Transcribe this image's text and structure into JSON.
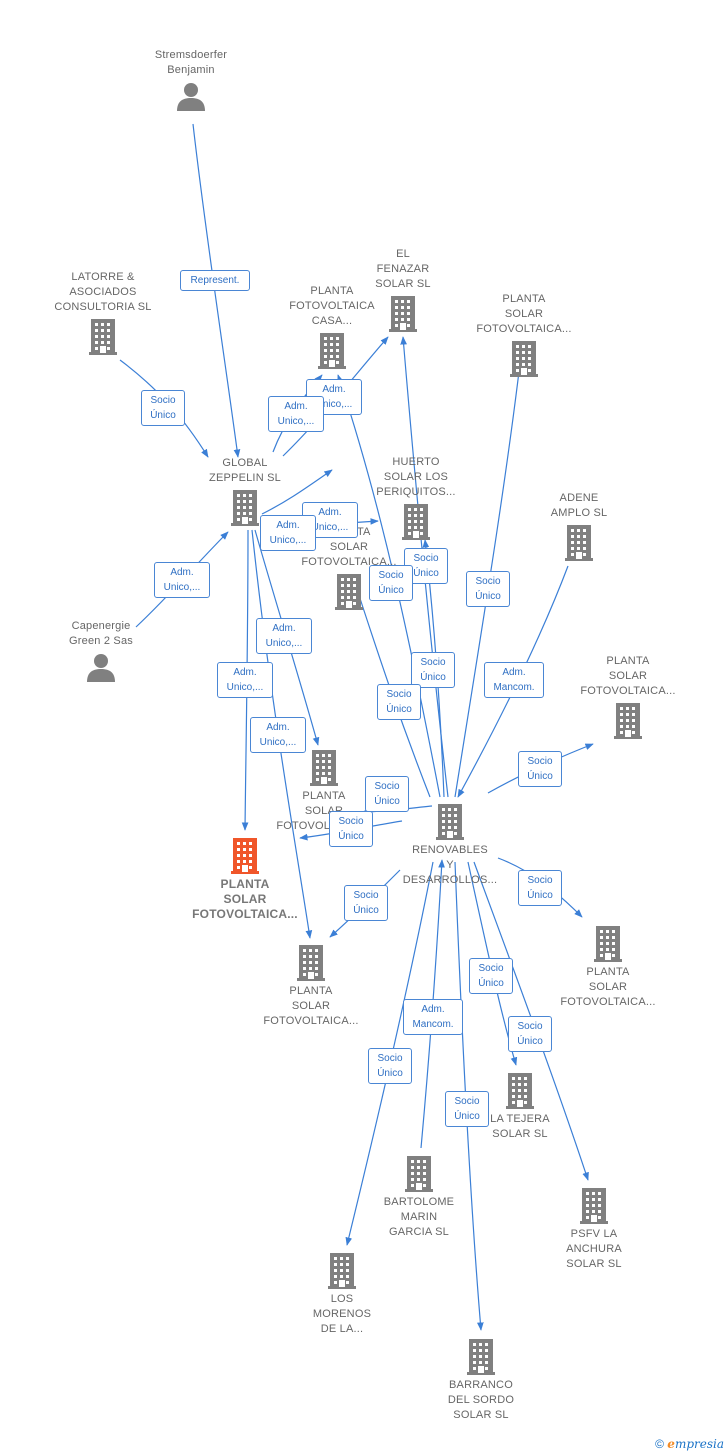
{
  "nodes": [
    {
      "id": "stremsdoerfer",
      "type": "person",
      "label": "Stremsdoerfer\nBenjamin"
    },
    {
      "id": "latorre",
      "type": "company",
      "label": "LATORRE &\nASOCIADOS\nCONSULTORIA SL"
    },
    {
      "id": "el-fenazar",
      "type": "company",
      "label": "EL\nFENAZAR\nSOLAR  SL"
    },
    {
      "id": "pf-casa",
      "type": "company",
      "label": "PLANTA\nFOTOVOLTAICA\nCASA..."
    },
    {
      "id": "ps-top-right",
      "type": "company",
      "label": "PLANTA\nSOLAR\nFOTOVOLTAICA..."
    },
    {
      "id": "global-zeppelin",
      "type": "company",
      "label": "GLOBAL\nZEPPELIN  SL"
    },
    {
      "id": "huerto",
      "type": "company",
      "label": "HUERTO\nSOLAR LOS\nPERIQUITOS..."
    },
    {
      "id": "adene",
      "type": "company",
      "label": "ADENE\nAMPLO SL"
    },
    {
      "id": "ps-mid-left",
      "type": "company",
      "label": "PLANTA\nSOLAR\nFOTOVOLTAICA..."
    },
    {
      "id": "capenergie",
      "type": "person",
      "label": "Capenergie\nGreen 2 Sas"
    },
    {
      "id": "ps-right-1",
      "type": "company",
      "label": "PLANTA\nSOLAR\nFOTOVOLTAICA..."
    },
    {
      "id": "ps-center",
      "type": "company",
      "label": "PLANTA\nSOLAR\nFOTOVOLTAICA..."
    },
    {
      "id": "renovables",
      "type": "company",
      "label": "RENOVABLES\nY\nDESARROLLOS..."
    },
    {
      "id": "focus",
      "type": "company",
      "focus": true,
      "label": "PLANTA\nSOLAR\nFOTOVOLTAICA..."
    },
    {
      "id": "ps-right-2",
      "type": "company",
      "label": "PLANTA\nSOLAR\nFOTOVOLTAICA..."
    },
    {
      "id": "ps-lower",
      "type": "company",
      "label": "PLANTA\nSOLAR\nFOTOVOLTAICA..."
    },
    {
      "id": "la-tejera",
      "type": "company",
      "label": "LA TEJERA\nSOLAR  SL"
    },
    {
      "id": "bartolome",
      "type": "company",
      "label": "BARTOLOME\nMARIN\nGARCIA  SL"
    },
    {
      "id": "psfv",
      "type": "company",
      "label": "PSFV LA\nANCHURA\nSOLAR  SL"
    },
    {
      "id": "los-morenos",
      "type": "company",
      "label": "LOS\nMORENOS\nDE LA..."
    },
    {
      "id": "barranco",
      "type": "company",
      "label": "BARRANCO\nDEL SORDO\nSOLAR  SL"
    }
  ],
  "relations": [
    {
      "id": "r1",
      "label": "Represent."
    },
    {
      "id": "r2",
      "label": "Socio\nÚnico"
    },
    {
      "id": "r3",
      "label": "Adm.\nUnico,..."
    },
    {
      "id": "r4",
      "label": "Adm.\nUnico,..."
    },
    {
      "id": "r5",
      "label": "Adm.\nUnico,..."
    },
    {
      "id": "r6",
      "label": "Adm.\nUnico,..."
    },
    {
      "id": "r7",
      "label": "Adm.\nUnico,..."
    },
    {
      "id": "r8",
      "label": "Adm.\nUnico,..."
    },
    {
      "id": "r9",
      "label": "Adm.\nUnico,..."
    },
    {
      "id": "r10",
      "label": "Adm.\nUnico,..."
    },
    {
      "id": "r11",
      "label": "Socio\nÚnico"
    },
    {
      "id": "r12",
      "label": "Socio\nÚnico"
    },
    {
      "id": "r13",
      "label": "Socio\nÚnico"
    },
    {
      "id": "r14",
      "label": "Socio\nÚnico"
    },
    {
      "id": "r15",
      "label": "Socio\nÚnico"
    },
    {
      "id": "r16",
      "label": "Adm.\nMancom."
    },
    {
      "id": "r17",
      "label": "Socio\nÚnico"
    },
    {
      "id": "r18",
      "label": "Socio\nÚnico"
    },
    {
      "id": "r19",
      "label": "Socio\nÚnico"
    },
    {
      "id": "r20",
      "label": "Socio\nÚnico"
    },
    {
      "id": "r21",
      "label": "Socio\nÚnico"
    },
    {
      "id": "r22",
      "label": "Socio\nÚnico"
    },
    {
      "id": "r23",
      "label": "Adm.\nMancom."
    },
    {
      "id": "r24",
      "label": "Socio\nÚnico"
    },
    {
      "id": "r25",
      "label": "Socio\nÚnico"
    },
    {
      "id": "r26",
      "label": "Socio\nÚnico"
    }
  ],
  "colors": {
    "edge": "#3b7fd6",
    "icon": "#808080",
    "focus_icon": "#f0562a",
    "rel_border": "#4a86d4",
    "rel_text": "#2f6fc3",
    "label": "#666666"
  },
  "footer": {
    "copyright": "©",
    "brand_initial": "e",
    "brand_rest": "mpresia"
  }
}
